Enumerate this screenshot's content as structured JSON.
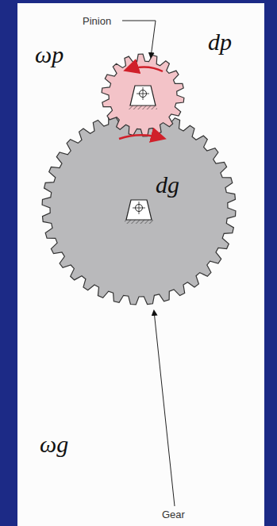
{
  "diagram": {
    "labels": [
      "Pinion",
      "ωp",
      "dp",
      "dg",
      "ωg",
      "Gear"
    ]
  }
}
